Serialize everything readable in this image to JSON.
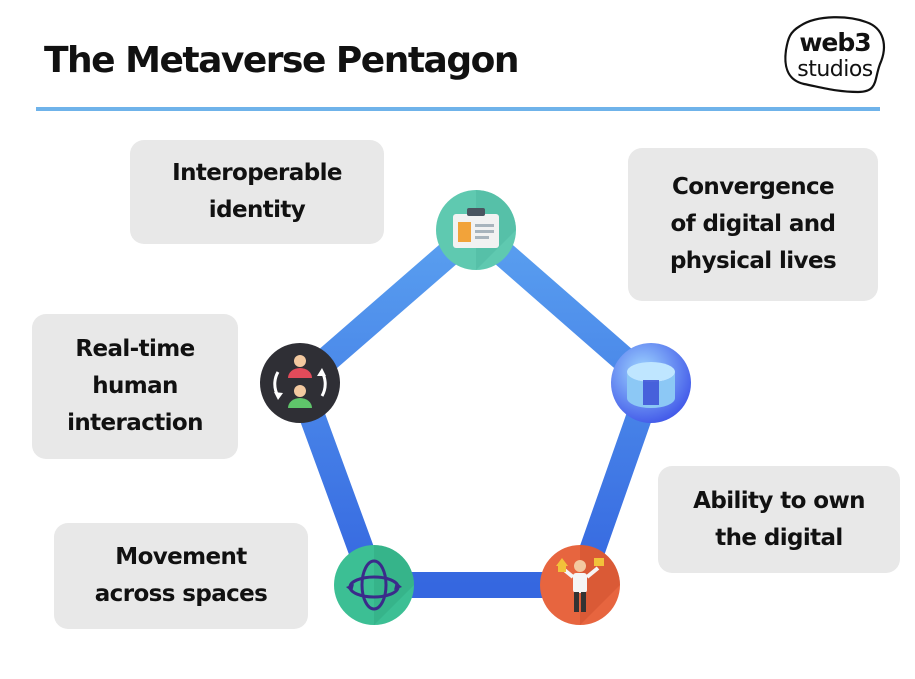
{
  "title": "The Metaverse Pentagon",
  "logo": {
    "line1": "web3",
    "line2": "studios"
  },
  "pillars": [
    {
      "label": "Interoperable identity",
      "lines": [
        "Interoperable",
        "identity"
      ],
      "icon": "id-card-icon",
      "color": "#5fc9b0"
    },
    {
      "label": "Convergence of digital and physical lives",
      "lines": [
        "Convergence",
        "of digital and",
        "physical lives"
      ],
      "icon": "hologram-projector-icon",
      "color": "#5b6cf0"
    },
    {
      "label": "Ability to own the digital",
      "lines": [
        "Ability to own",
        "the digital"
      ],
      "icon": "person-with-assets-icon",
      "color": "#e7653f"
    },
    {
      "label": "Movement across spaces",
      "lines": [
        "Movement",
        "across spaces"
      ],
      "icon": "rotating-globe-icon",
      "color": "#3cbf94"
    },
    {
      "label": "Real-time human interaction",
      "lines": [
        "Real-time",
        "human",
        "interaction"
      ],
      "icon": "people-exchange-icon",
      "color": "#2f2f35"
    }
  ],
  "colors": {
    "edge": "#3d7fe8",
    "edge_light": "#5aa0f0",
    "rule": "#6fb3ea",
    "label_bg": "#e8e8e8"
  }
}
